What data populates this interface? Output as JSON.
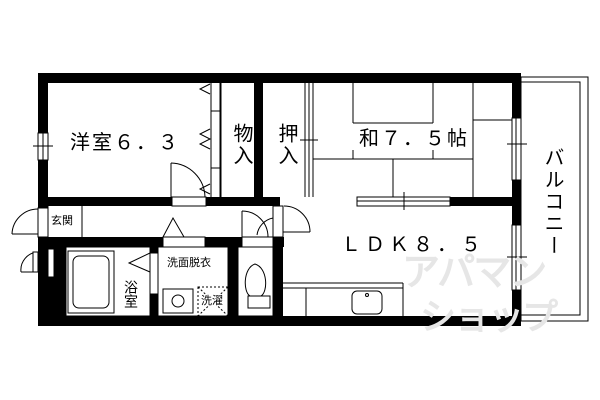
{
  "floor_plan": {
    "rooms": {
      "western_room": "洋室６．３",
      "storage": "物入",
      "closet": "押入",
      "japanese_room": "和７．５帖",
      "balcony": "バルコニー",
      "entrance": "玄関",
      "ldk": "ＬＤＫ８．５",
      "bathroom": "浴室",
      "washroom": "洗面脱衣",
      "laundry": "洗濯"
    },
    "watermark": {
      "line1": "アパマン",
      "line2": "ショップ"
    }
  }
}
